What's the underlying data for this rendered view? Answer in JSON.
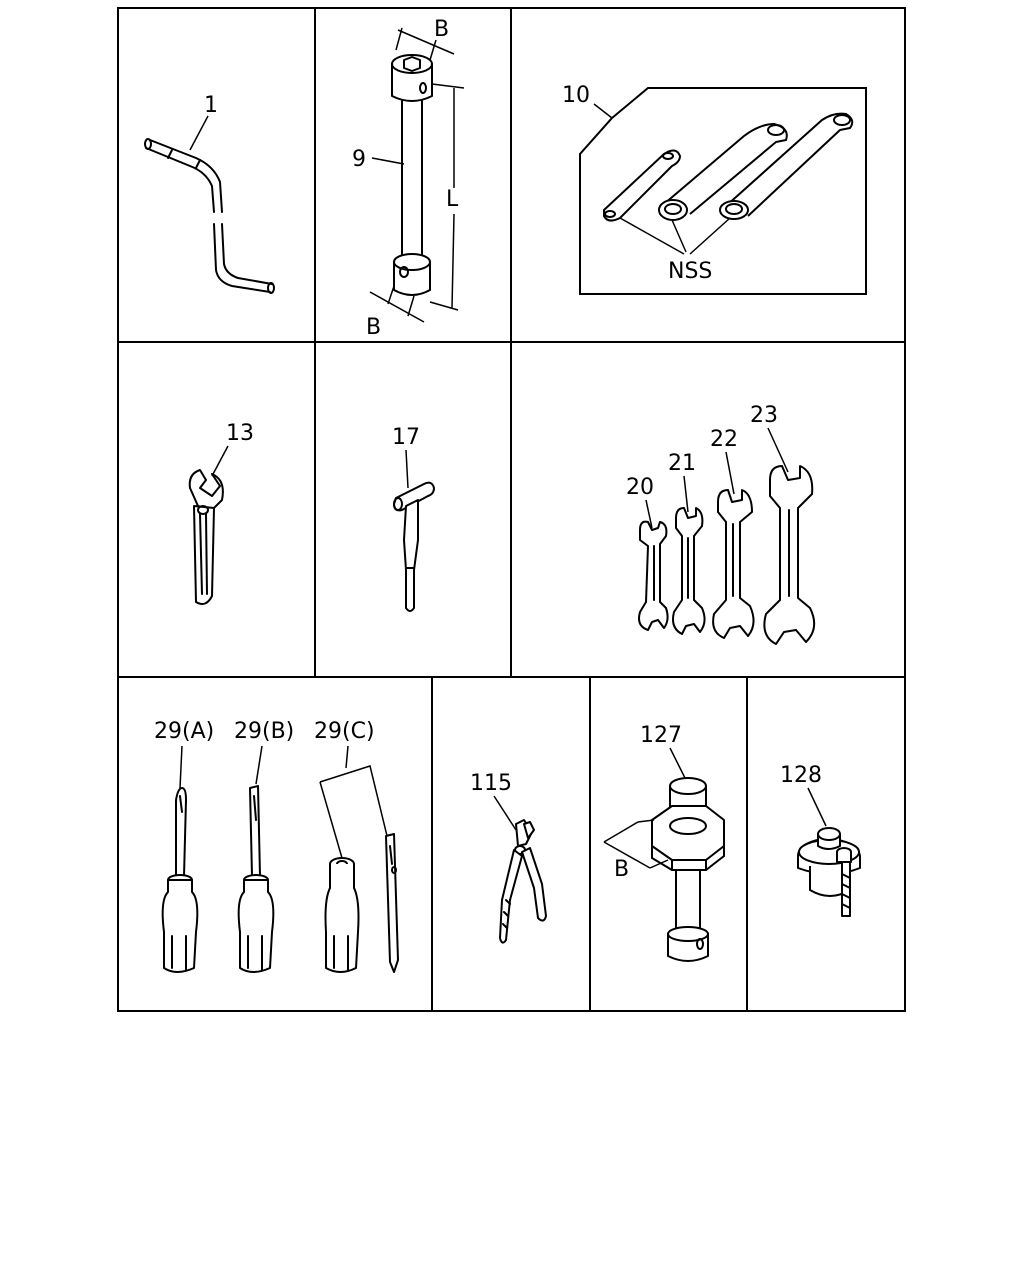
{
  "callouts": {
    "c1": "1",
    "c9": "9",
    "c9_dim_b_top": "B",
    "c9_dim_b_bottom": "B",
    "c9_dim_l": "L",
    "c10": "10",
    "c10_nss": "NSS",
    "c13": "13",
    "c17": "17",
    "c20": "20",
    "c21": "21",
    "c22": "22",
    "c23": "23",
    "c29a": "29(A)",
    "c29b": "29(B)",
    "c29c": "29(C)",
    "c115": "115",
    "c127": "127",
    "c127_dim_b": "B",
    "c128": "128"
  }
}
